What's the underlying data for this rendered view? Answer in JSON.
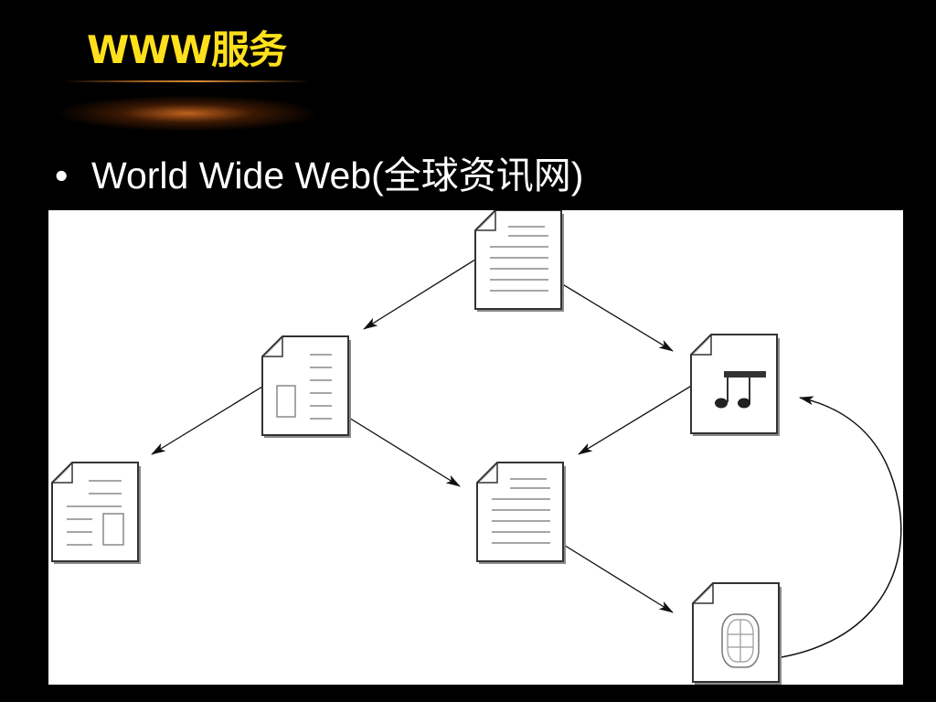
{
  "slide": {
    "title": "WWW服务",
    "bullet_marker": "•",
    "bullet_text": "World Wide Web(全球资讯网)"
  },
  "diagram": {
    "nodes": [
      {
        "id": "doc-top",
        "kind": "text-document"
      },
      {
        "id": "doc-left-mid",
        "kind": "document-with-image"
      },
      {
        "id": "doc-right-music",
        "kind": "audio-document"
      },
      {
        "id": "doc-far-left",
        "kind": "document-with-image"
      },
      {
        "id": "doc-center",
        "kind": "text-document"
      },
      {
        "id": "doc-bottom-right",
        "kind": "video-document"
      }
    ],
    "links": [
      {
        "from": "doc-top",
        "to": "doc-left-mid"
      },
      {
        "from": "doc-top",
        "to": "doc-right-music"
      },
      {
        "from": "doc-left-mid",
        "to": "doc-far-left"
      },
      {
        "from": "doc-left-mid",
        "to": "doc-center"
      },
      {
        "from": "doc-right-music",
        "to": "doc-center"
      },
      {
        "from": "doc-center",
        "to": "doc-bottom-right"
      },
      {
        "from": "doc-bottom-right",
        "to": "doc-right-music"
      }
    ]
  },
  "colors": {
    "background": "#000000",
    "title": "#ffe01c",
    "text": "#ffffff",
    "diagram_background": "#ffffff",
    "line": "#111111"
  }
}
